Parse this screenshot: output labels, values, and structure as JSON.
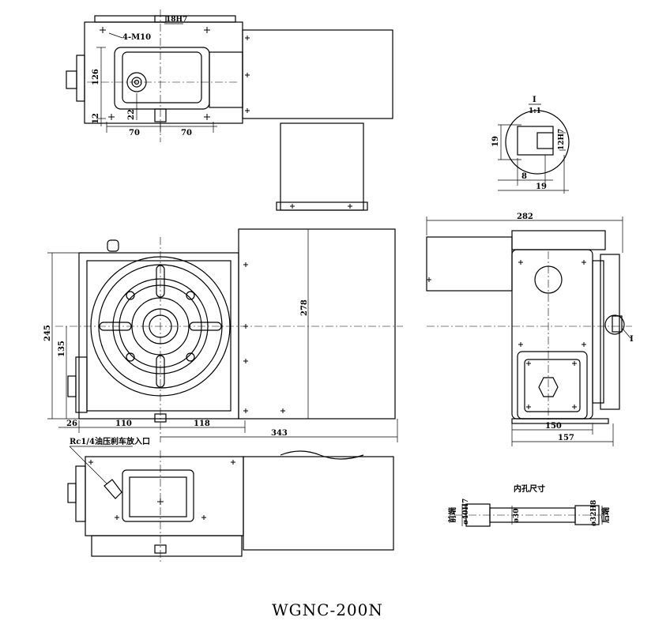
{
  "model": "WGNC-200N",
  "detail": {
    "id": "I",
    "scale": "1:1",
    "callout": "I"
  },
  "top_view": {
    "bolt_label": "4-M10",
    "slot_fit": "18H7",
    "dims": {
      "height": "126",
      "offset_12": "12",
      "offset_22": "22",
      "half_left": "70",
      "half_right": "70"
    }
  },
  "detail_view": {
    "dims": {
      "width": "19",
      "depth_19": "19",
      "depth_8": "8",
      "slot": "12H7"
    }
  },
  "front_view": {
    "dims": {
      "height_total": "245",
      "center_height": "135",
      "height_278": "278",
      "left_26": "26",
      "to_center": "110",
      "center_to_side": "118",
      "overall_length": "343"
    }
  },
  "side_view": {
    "dims": {
      "overall_width": "282",
      "base_150": "150",
      "base_157": "157"
    }
  },
  "bottom_view": {
    "oil_inlet_label": "Rc1/4油压刹车放入口"
  },
  "bore": {
    "title": "内孔尺寸",
    "front_label": "前端",
    "front_dia": "ø40H7",
    "mid_dia": "ø30",
    "rear_dia": "ø32H8",
    "rear_label": "后端"
  }
}
